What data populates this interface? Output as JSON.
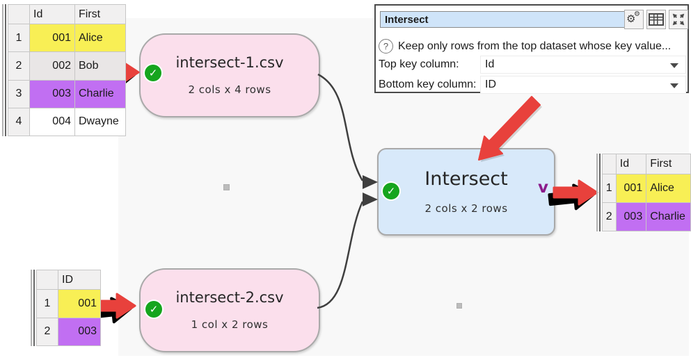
{
  "canvas": {
    "name": "transform-canvas"
  },
  "nodes": {
    "input1": {
      "title": "intersect-1.csv",
      "subtitle": "2 cols x 4 rows",
      "status": "ok"
    },
    "input2": {
      "title": "intersect-2.csv",
      "subtitle": "1 col x 2 rows",
      "status": "ok"
    },
    "transform": {
      "title": "Intersect",
      "subtitle": "2 cols x 2 rows",
      "status": "ok",
      "chevron": "v"
    }
  },
  "check_glyph": "✓",
  "panel": {
    "title_value": "Intersect",
    "help_text": "Keep only rows from the top dataset whose key value...",
    "fields": [
      {
        "label": "Top key column:",
        "value": "Id"
      },
      {
        "label": "Bottom key column:",
        "value": "ID"
      }
    ],
    "icons": [
      "gear-icon",
      "table-icon",
      "expand-icon"
    ],
    "gear_glyph": "⚙"
  },
  "tables": {
    "top_input": {
      "headers": [
        "Id",
        "First"
      ],
      "rows": [
        {
          "num": "1",
          "id": "001",
          "first": "Alice",
          "bg": "#f8ef55"
        },
        {
          "num": "2",
          "id": "002",
          "first": "Bob",
          "bg": "#e9e6e6"
        },
        {
          "num": "3",
          "id": "003",
          "first": "Charlie",
          "bg": "#c16ff2"
        },
        {
          "num": "4",
          "id": "004",
          "first": "Dwayne",
          "bg": "#ffffff"
        }
      ]
    },
    "bottom_input": {
      "headers": [
        "ID"
      ],
      "rows": [
        {
          "num": "1",
          "id": "001",
          "bg": "#f8ef55"
        },
        {
          "num": "2",
          "id": "003",
          "bg": "#c16ff2"
        }
      ]
    },
    "output": {
      "headers": [
        "Id",
        "First"
      ],
      "rows": [
        {
          "num": "1",
          "id": "001",
          "first": "Alice",
          "bg": "#f8ef55"
        },
        {
          "num": "2",
          "id": "003",
          "first": "Charlie",
          "bg": "#c16ff2"
        }
      ]
    }
  },
  "colors": {
    "node_input_fill": "#fbdfec",
    "node_transform_fill": "#d8e9fa",
    "status_green": "#16a51e",
    "annotation_red": "#e8413c",
    "chevron_purple": "#8b1b8b",
    "connector_grey": "#3f3f3f",
    "row_yellow": "#f8ef55",
    "row_grey": "#e9e6e6",
    "row_purple": "#c16ff2"
  }
}
